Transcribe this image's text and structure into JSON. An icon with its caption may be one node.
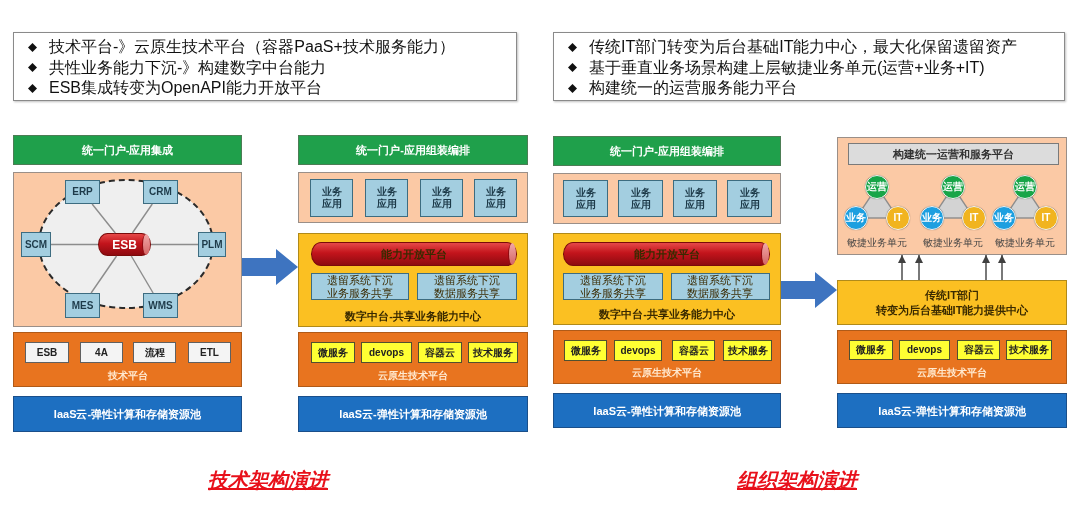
{
  "diagram": {
    "nodes": [
      {
        "text": [
          "技术平台-》云原生技术平台（容器PaaS+技术服务能力）",
          "共性业务能力下沉-》构建数字中台能力",
          "ESB集成转变为OpenAPI能力开放平台"
        ]
      },
      {
        "text": [
          "传统IT部门转变为后台基础IT能力中心，最大化保留遗留资产",
          "基于垂直业务场景构建上层敏捷业务单元(运营+业务+IT)",
          "构建统一的运营服务能力平台"
        ]
      },
      {
        "text": [
          "统一门户-应用集成"
        ]
      },
      {
        "text": [],
        "shape": "box"
      },
      {
        "text": [
          "ERP"
        ],
        "in": 3
      },
      {
        "text": [
          "CRM"
        ],
        "in": 3
      },
      {
        "text": [
          "SCM"
        ],
        "in": 3
      },
      {
        "text": [
          "ESB"
        ],
        "in": 3
      },
      {
        "text": [
          "PLM"
        ],
        "in": 3
      },
      {
        "text": [
          "MES"
        ],
        "in": 3
      },
      {
        "text": [
          "WMS"
        ],
        "in": 3
      },
      {
        "text": [
          "技术平台"
        ]
      },
      {
        "text": [
          "ESB"
        ],
        "in": 11
      },
      {
        "text": [
          "4A"
        ],
        "in": 11
      },
      {
        "text": [
          "流程"
        ],
        "in": 11
      },
      {
        "text": [
          "ETL"
        ],
        "in": 11
      },
      {
        "text": [
          "IaaS云-弹性计算和存储资源池"
        ]
      },
      {
        "text": [
          "统一门户-应用组装编排"
        ]
      },
      {
        "text": [],
        "shape": "box"
      },
      {
        "text": [
          "业务应用"
        ],
        "in": 18
      },
      {
        "text": [
          "业务应用"
        ],
        "in": 18
      },
      {
        "text": [
          "业务应用"
        ],
        "in": 18
      },
      {
        "text": [
          "业务应用"
        ],
        "in": 18
      },
      {
        "text": [
          "数字中台-共享业务能力中心"
        ]
      },
      {
        "text": [
          "能力开放平台"
        ],
        "in": 23
      },
      {
        "text": [
          "遗留系统下沉业务服务共享"
        ],
        "in": 23
      },
      {
        "text": [
          "遗留系统下沉数据服务共享"
        ],
        "in": 23
      },
      {
        "text": [
          "云原生技术平台"
        ]
      },
      {
        "text": [
          "微服务"
        ],
        "in": 27
      },
      {
        "text": [
          "devops"
        ],
        "in": 27
      },
      {
        "text": [
          "容器云"
        ],
        "in": 27
      },
      {
        "text": [
          "技术服务"
        ],
        "in": 27
      },
      {
        "text": [
          "IaaS云-弹性计算和存储资源池"
        ]
      },
      {
        "text": [
          "统一门户-应用组装编排"
        ]
      },
      {
        "text": [],
        "shape": "box"
      },
      {
        "text": [
          "业务应用"
        ],
        "in": 34
      },
      {
        "text": [
          "业务应用"
        ],
        "in": 34
      },
      {
        "text": [
          "业务应用"
        ],
        "in": 34
      },
      {
        "text": [
          "业务应用"
        ],
        "in": 34
      },
      {
        "text": [
          "数字中台-共享业务能力中心"
        ]
      },
      {
        "text": [
          "能力开放平台"
        ],
        "in": 39
      },
      {
        "text": [
          "遗留系统下沉业务服务共享"
        ],
        "in": 39
      },
      {
        "text": [
          "遗留系统下沉数据服务共享"
        ],
        "in": 39
      },
      {
        "text": [
          "云原生技术平台"
        ]
      },
      {
        "text": [
          "微服务"
        ],
        "in": 43
      },
      {
        "text": [
          "devops"
        ],
        "in": 43
      },
      {
        "text": [
          "容器云"
        ],
        "in": 43
      },
      {
        "text": [
          "技术服务"
        ],
        "in": 43
      },
      {
        "text": [
          "IaaS云-弹性计算和存储资源池"
        ]
      },
      {
        "text": [],
        "shape": "box"
      },
      {
        "text": [
          "构建统一运营和服务平台"
        ],
        "in": 49
      },
      {
        "text": [
          "运营"
        ],
        "in": 49
      },
      {
        "text": [
          "业务"
        ],
        "in": 49
      },
      {
        "text": [
          "IT"
        ],
        "in": 49
      },
      {
        "text": [
          "运营"
        ],
        "in": 49
      },
      {
        "text": [
          "业务"
        ],
        "in": 49
      },
      {
        "text": [
          "IT"
        ],
        "in": 49
      },
      {
        "text": [
          "运营"
        ],
        "in": 49
      },
      {
        "text": [
          "业务"
        ],
        "in": 49
      },
      {
        "text": [
          "IT"
        ],
        "in": 49
      },
      {
        "text": [
          "传统IT部门",
          "转变为后台基础IT能力提供中心"
        ]
      },
      {
        "text": [
          "云原生技术平台"
        ]
      },
      {
        "text": [
          "微服务"
        ],
        "in": 61
      },
      {
        "text": [
          "devops"
        ],
        "in": 61
      },
      {
        "text": [
          "容器云"
        ],
        "in": 61
      },
      {
        "text": [
          "技术服务"
        ],
        "in": 61
      },
      {
        "text": [
          "IaaS云-弹性计算和存储资源池"
        ]
      }
    ],
    "edges": [
      {
        "from": 7,
        "to": 4,
        "arrow": "none"
      },
      {
        "from": 7,
        "to": 5,
        "arrow": "none"
      },
      {
        "from": 7,
        "to": 6,
        "arrow": "none"
      },
      {
        "from": 7,
        "to": 8,
        "arrow": "none"
      },
      {
        "from": 7,
        "to": 9,
        "arrow": "none"
      },
      {
        "from": 7,
        "to": 10,
        "arrow": "none"
      },
      {
        "from": 3,
        "to": 23,
        "arrow": "to",
        "style": "thick",
        "color": "#3e74c0"
      },
      {
        "from": 39,
        "to": 60,
        "arrow": "to",
        "style": "thick",
        "color": "#3e74c0"
      },
      {
        "from": 51,
        "to": 52,
        "arrow": "none"
      },
      {
        "from": 51,
        "to": 53,
        "arrow": "none"
      },
      {
        "from": 52,
        "to": 53,
        "arrow": "none"
      },
      {
        "from": 54,
        "to": 55,
        "arrow": "none"
      },
      {
        "from": 54,
        "to": 56,
        "arrow": "none"
      },
      {
        "from": 55,
        "to": 56,
        "arrow": "none"
      },
      {
        "from": 57,
        "to": 58,
        "arrow": "none"
      },
      {
        "from": 57,
        "to": 59,
        "arrow": "none"
      },
      {
        "from": 58,
        "to": 59,
        "arrow": "none"
      },
      {
        "from": 60,
        "to": 49,
        "arrow": "to",
        "color": "#404040"
      },
      {
        "from": 60,
        "to": 49,
        "arrow": "to",
        "color": "#404040"
      },
      {
        "from": 60,
        "to": 49,
        "arrow": "to",
        "color": "#404040"
      },
      {
        "from": 60,
        "to": 49,
        "arrow": "to",
        "color": "#404040"
      }
    ],
    "labels": [
      "敏捷业务单元",
      "敏捷业务单元",
      "敏捷业务单元",
      "技术架构演进",
      "组织架构演进"
    ]
  }
}
